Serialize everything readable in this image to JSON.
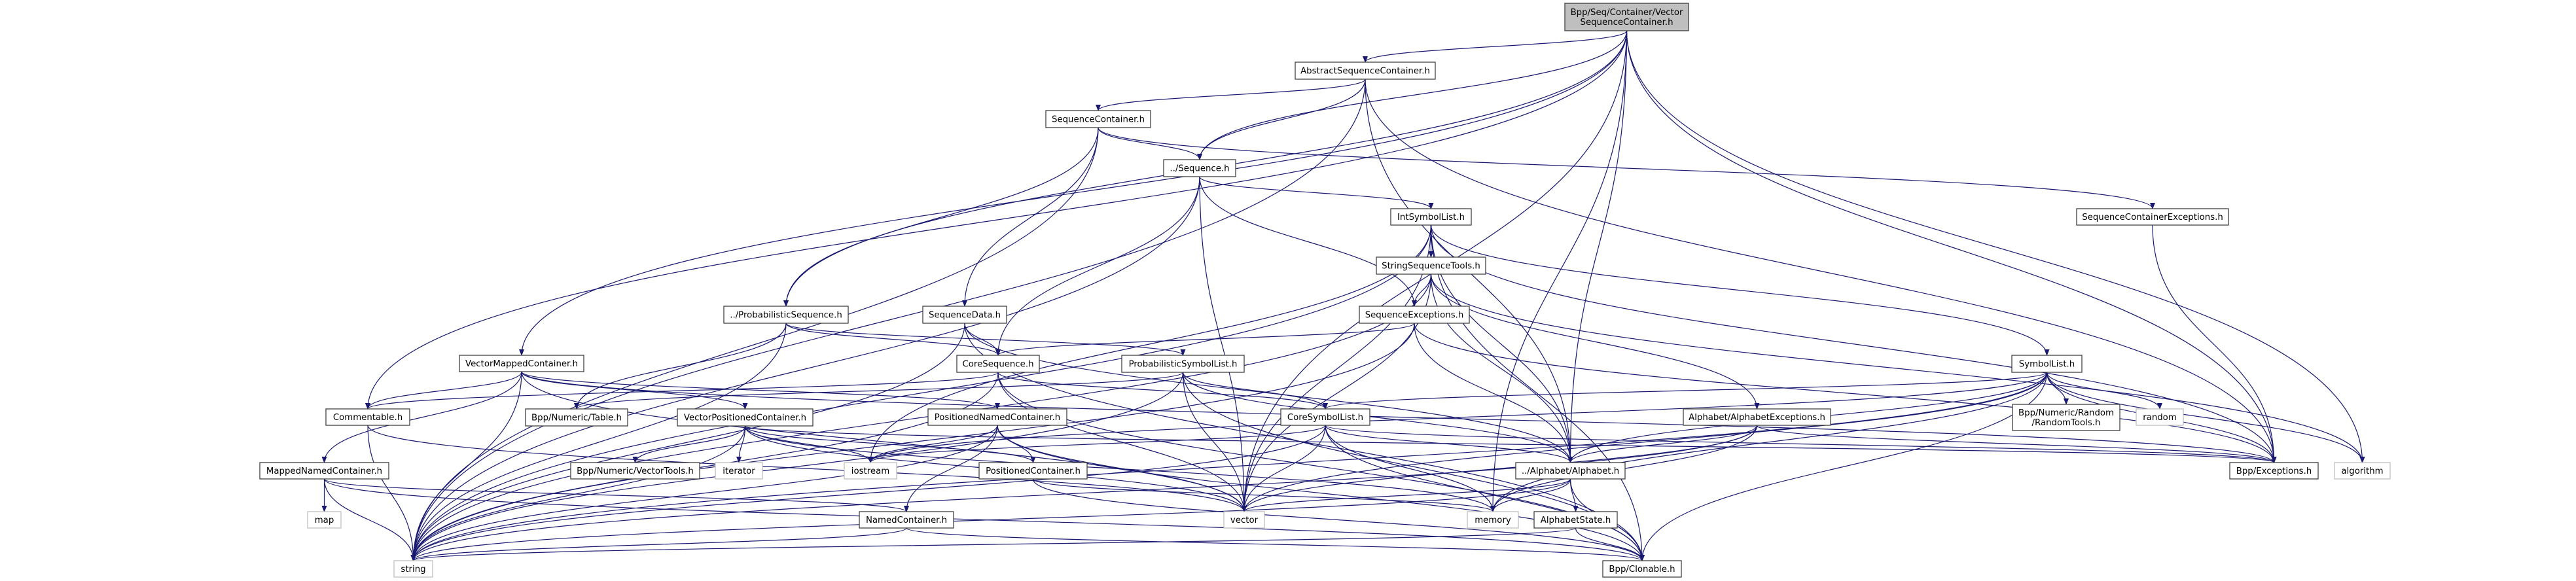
{
  "colors": {
    "edge": "#191970",
    "node_border": "#404040",
    "external_border": "#bfbfbf",
    "root_fill": "#bfbfbf",
    "node_fill": "#ffffff"
  },
  "root_id": "root",
  "nodes": [
    {
      "id": "root",
      "label": [
        "Bpp/Seq/Container/Vector",
        "SequenceContainer.h"
      ],
      "external": false
    },
    {
      "id": "abstract",
      "label": [
        "AbstractSequenceContainer.h"
      ],
      "external": false
    },
    {
      "id": "seqcontainer",
      "label": [
        "SequenceContainer.h"
      ],
      "external": false
    },
    {
      "id": "sequence",
      "label": [
        "../Sequence.h"
      ],
      "external": false
    },
    {
      "id": "intsymbollist",
      "label": [
        "IntSymbolList.h"
      ],
      "external": false
    },
    {
      "id": "seqcontainerexc",
      "label": [
        "SequenceContainerExceptions.h"
      ],
      "external": false
    },
    {
      "id": "stringseqtools",
      "label": [
        "StringSequenceTools.h"
      ],
      "external": false
    },
    {
      "id": "probseq",
      "label": [
        "../ProbabilisticSequence.h"
      ],
      "external": false
    },
    {
      "id": "sequencedata",
      "label": [
        "SequenceData.h"
      ],
      "external": false
    },
    {
      "id": "sequenceexc",
      "label": [
        "SequenceExceptions.h"
      ],
      "external": false
    },
    {
      "id": "coresequence",
      "label": [
        "CoreSequence.h"
      ],
      "external": false
    },
    {
      "id": "probsymbollist",
      "label": [
        "ProbabilisticSymbolList.h"
      ],
      "external": false
    },
    {
      "id": "symbollist",
      "label": [
        "SymbolList.h"
      ],
      "external": false
    },
    {
      "id": "vectormapped",
      "label": [
        "VectorMappedContainer.h"
      ],
      "external": false
    },
    {
      "id": "commentable",
      "label": [
        "Commentable.h"
      ],
      "external": false
    },
    {
      "id": "table",
      "label": [
        "Bpp/Numeric/Table.h"
      ],
      "external": false
    },
    {
      "id": "posnamed",
      "label": [
        "PositionedNamedContainer.h"
      ],
      "external": false
    },
    {
      "id": "coresymbollist",
      "label": [
        "CoreSymbolList.h"
      ],
      "external": false
    },
    {
      "id": "vectorpositioned",
      "label": [
        "VectorPositionedContainer.h"
      ],
      "external": false
    },
    {
      "id": "alphabetexc",
      "label": [
        "Alphabet/AlphabetExceptions.h"
      ],
      "external": false
    },
    {
      "id": "randomtools",
      "label": [
        "Bpp/Numeric/Random",
        "/RandomTools.h"
      ],
      "external": false
    },
    {
      "id": "random",
      "label": [
        "random"
      ],
      "external": true
    },
    {
      "id": "iostream",
      "label": [
        "iostream"
      ],
      "external": true
    },
    {
      "id": "vectortools",
      "label": [
        "Bpp/Numeric/VectorTools.h"
      ],
      "external": false
    },
    {
      "id": "iterator",
      "label": [
        "iterator"
      ],
      "external": true
    },
    {
      "id": "poscontainer",
      "label": [
        "PositionedContainer.h"
      ],
      "external": false
    },
    {
      "id": "alphabet",
      "label": [
        "../Alphabet/Alphabet.h"
      ],
      "external": false
    },
    {
      "id": "exceptions",
      "label": [
        "Bpp/Exceptions.h"
      ],
      "external": false
    },
    {
      "id": "algorithm",
      "label": [
        "algorithm"
      ],
      "external": true
    },
    {
      "id": "mappednamed",
      "label": [
        "MappedNamedContainer.h"
      ],
      "external": false
    },
    {
      "id": "vector",
      "label": [
        "vector"
      ],
      "external": true
    },
    {
      "id": "memory",
      "label": [
        "memory"
      ],
      "external": true
    },
    {
      "id": "map",
      "label": [
        "map"
      ],
      "external": true
    },
    {
      "id": "namedcontainer",
      "label": [
        "NamedContainer.h"
      ],
      "external": false
    },
    {
      "id": "alphabetstate",
      "label": [
        "AlphabetState.h"
      ],
      "external": false
    },
    {
      "id": "string",
      "label": [
        "string"
      ],
      "external": true
    },
    {
      "id": "clonable",
      "label": [
        "Bpp/Clonable.h"
      ],
      "external": false
    }
  ],
  "edges": [
    [
      "root",
      "abstract"
    ],
    [
      "root",
      "sequence"
    ],
    [
      "root",
      "probseq"
    ],
    [
      "root",
      "vectormapped"
    ],
    [
      "root",
      "commentable"
    ],
    [
      "root",
      "alphabet"
    ],
    [
      "root",
      "exceptions"
    ],
    [
      "root",
      "algorithm"
    ],
    [
      "root",
      "memory"
    ],
    [
      "root",
      "vector"
    ],
    [
      "abstract",
      "seqcontainer"
    ],
    [
      "abstract",
      "sequence"
    ],
    [
      "abstract",
      "alphabet"
    ],
    [
      "abstract",
      "exceptions"
    ],
    [
      "abstract",
      "string"
    ],
    [
      "seqcontainer",
      "sequence"
    ],
    [
      "seqcontainer",
      "sequencedata"
    ],
    [
      "seqcontainer",
      "probseq"
    ],
    [
      "seqcontainer",
      "seqcontainerexc"
    ],
    [
      "seqcontainer",
      "string"
    ],
    [
      "sequence",
      "intsymbollist"
    ],
    [
      "sequence",
      "sequenceexc"
    ],
    [
      "sequence",
      "coresequence"
    ],
    [
      "sequence",
      "vector"
    ],
    [
      "sequence",
      "string"
    ],
    [
      "intsymbollist",
      "stringseqtools"
    ],
    [
      "intsymbollist",
      "symbollist"
    ],
    [
      "intsymbollist",
      "alphabet"
    ],
    [
      "intsymbollist",
      "exceptions"
    ],
    [
      "intsymbollist",
      "clonable"
    ],
    [
      "intsymbollist",
      "vector"
    ],
    [
      "intsymbollist",
      "string"
    ],
    [
      "intsymbollist",
      "iostream"
    ],
    [
      "stringseqtools",
      "sequenceexc"
    ],
    [
      "stringseqtools",
      "alphabet"
    ],
    [
      "stringseqtools",
      "alphabetexc"
    ],
    [
      "stringseqtools",
      "algorithm"
    ],
    [
      "stringseqtools",
      "string"
    ],
    [
      "stringseqtools",
      "vector"
    ],
    [
      "seqcontainerexc",
      "exceptions"
    ],
    [
      "probseq",
      "coresequence"
    ],
    [
      "probseq",
      "probsymbollist"
    ],
    [
      "probseq",
      "table"
    ],
    [
      "probseq",
      "string"
    ],
    [
      "sequencedata",
      "coresequence"
    ],
    [
      "sequencedata",
      "alphabet"
    ],
    [
      "sequencedata",
      "clonable"
    ],
    [
      "sequencedata",
      "string"
    ],
    [
      "sequenceexc",
      "coresequence"
    ],
    [
      "sequenceexc",
      "alphabet"
    ],
    [
      "sequenceexc",
      "exceptions"
    ],
    [
      "sequenceexc",
      "string"
    ],
    [
      "coresequence",
      "coresymbollist"
    ],
    [
      "coresequence",
      "commentable"
    ],
    [
      "coresequence",
      "string"
    ],
    [
      "coresequence",
      "vector"
    ],
    [
      "coresequence",
      "clonable"
    ],
    [
      "probsymbollist",
      "coresymbollist"
    ],
    [
      "probsymbollist",
      "alphabet"
    ],
    [
      "probsymbollist",
      "table"
    ],
    [
      "probsymbollist",
      "vector"
    ],
    [
      "probsymbollist",
      "string"
    ],
    [
      "probsymbollist",
      "clonable"
    ],
    [
      "symbollist",
      "coresymbollist"
    ],
    [
      "symbollist",
      "randomtools"
    ],
    [
      "symbollist",
      "random"
    ],
    [
      "symbollist",
      "alphabet"
    ],
    [
      "symbollist",
      "exceptions"
    ],
    [
      "symbollist",
      "algorithm"
    ],
    [
      "symbollist",
      "clonable"
    ],
    [
      "symbollist",
      "string"
    ],
    [
      "symbollist",
      "vector"
    ],
    [
      "symbollist",
      "iostream"
    ],
    [
      "symbollist",
      "memory"
    ],
    [
      "vectormapped",
      "mappednamed"
    ],
    [
      "vectormapped",
      "vectorpositioned"
    ],
    [
      "vectormapped",
      "posnamed"
    ],
    [
      "vectormapped",
      "commentable"
    ],
    [
      "vectormapped",
      "string"
    ],
    [
      "vectormapped",
      "vector"
    ],
    [
      "vectormapped",
      "exceptions"
    ],
    [
      "commentable",
      "string"
    ],
    [
      "commentable",
      "vector"
    ],
    [
      "posnamed",
      "poscontainer"
    ],
    [
      "posnamed",
      "namedcontainer"
    ],
    [
      "posnamed",
      "iostream"
    ],
    [
      "posnamed",
      "string"
    ],
    [
      "posnamed",
      "clonable"
    ],
    [
      "posnamed",
      "vector"
    ],
    [
      "coresymbollist",
      "alphabet"
    ],
    [
      "coresymbollist",
      "clonable"
    ],
    [
      "coresymbollist",
      "exceptions"
    ],
    [
      "coresymbollist",
      "memory"
    ],
    [
      "coresymbollist",
      "vector"
    ],
    [
      "coresymbollist",
      "string"
    ],
    [
      "coresymbollist",
      "iostream"
    ],
    [
      "vectorpositioned",
      "vectortools"
    ],
    [
      "vectorpositioned",
      "iterator"
    ],
    [
      "vectorpositioned",
      "poscontainer"
    ],
    [
      "vectorpositioned",
      "exceptions"
    ],
    [
      "vectorpositioned",
      "memory"
    ],
    [
      "vectorpositioned",
      "vector"
    ],
    [
      "vectorpositioned",
      "string"
    ],
    [
      "vectorpositioned",
      "iostream"
    ],
    [
      "alphabetexc",
      "alphabet"
    ],
    [
      "alphabetexc",
      "exceptions"
    ],
    [
      "alphabetexc",
      "vector"
    ],
    [
      "alphabetexc",
      "string"
    ],
    [
      "alphabetexc",
      "memory"
    ],
    [
      "alphabet",
      "alphabetstate"
    ],
    [
      "alphabet",
      "clonable"
    ],
    [
      "alphabet",
      "vector"
    ],
    [
      "alphabet",
      "memory"
    ],
    [
      "alphabet",
      "string"
    ],
    [
      "mappednamed",
      "map"
    ],
    [
      "mappednamed",
      "string"
    ],
    [
      "mappednamed",
      "namedcontainer"
    ],
    [
      "mappednamed",
      "clonable"
    ],
    [
      "namedcontainer",
      "string"
    ],
    [
      "namedcontainer",
      "clonable"
    ],
    [
      "poscontainer",
      "clonable"
    ],
    [
      "poscontainer",
      "memory"
    ],
    [
      "alphabetstate",
      "clonable"
    ],
    [
      "alphabetstate",
      "string"
    ]
  ]
}
